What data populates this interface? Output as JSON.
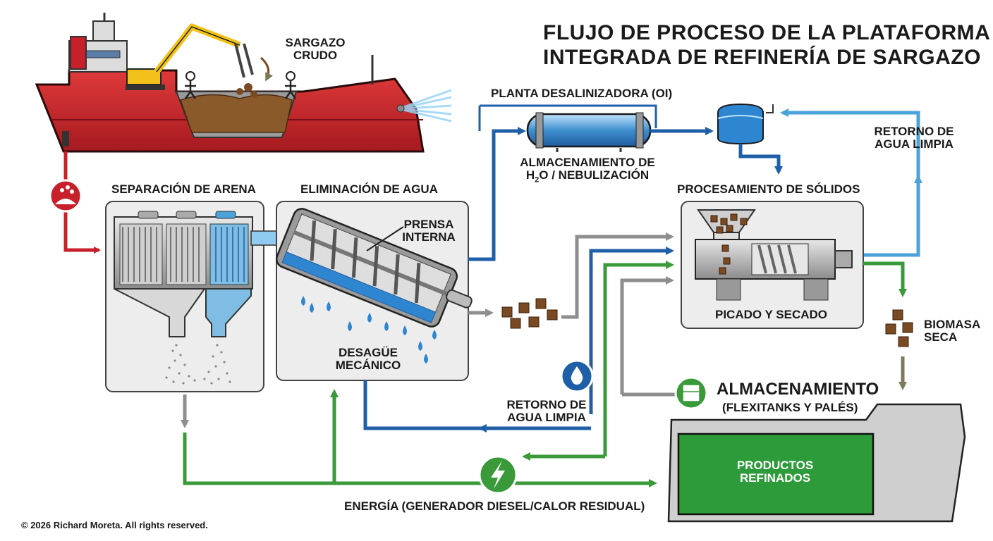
{
  "title": {
    "line1": "FLUJO DE PROCESO DE LA PLATAFORMA",
    "line2": "INTEGRADA DE REFINERÍA DE SARGAZO"
  },
  "labels": {
    "raw_sargassum": [
      "SARGAZO",
      "CRUDO"
    ],
    "desalination_plant": "PLANTA DESALINIZADORA (OI)",
    "h2o_storage": {
      "line1": "ALMACENAMIENTO DE",
      "h": "H",
      "sub": "2",
      "rest": "O / NEBULIZACIÓN"
    },
    "clean_water_return_top": [
      "RETORNO DE",
      "AGUA LIMPIA"
    ],
    "sand_separation": "SEPARACIÓN DE ARENA",
    "water_removal": "ELIMINACIÓN DE AGUA",
    "internal_press": [
      "PRENSA",
      "INTERNA"
    ],
    "mechanical_drain": [
      "DESAGÜE",
      "MECÁNICO"
    ],
    "solids_processing": "PROCESAMIENTO DE SÓLIDOS",
    "chop_dry": "PICADO Y SECADO",
    "dry_biomass": [
      "BIOMASA",
      "SECA"
    ],
    "clean_water_return_bottom": [
      "RETORNO DE",
      "AGUA LIMPIA"
    ],
    "storage_title": "ALMACENAMIENTO",
    "storage_sub": "(FLEXITANKS Y PALÉS)",
    "refined_products": [
      "PRODUCTOS",
      "REFINADOS"
    ],
    "energy": "ENERGÍA (GENERADOR DIESEL/CALOR RESIDUAL)"
  },
  "copyright": "© 2026 Richard Moreta. All rights reserved.",
  "colors": {
    "ship_red": "#c8202a",
    "flow_blue": "#1f5fa8",
    "light_blue": "#4aa3d8",
    "energy_green": "#3a9a3a",
    "grey_flow": "#8e8e8e",
    "product_green": "#2e9b3a",
    "biomass_brown": "#7a4a22"
  },
  "icons": [
    "sargassum-input-icon",
    "water-drop-icon",
    "lightning-bolt-icon",
    "storage-box-icon",
    "excavator-icon",
    "worker-icon"
  ]
}
